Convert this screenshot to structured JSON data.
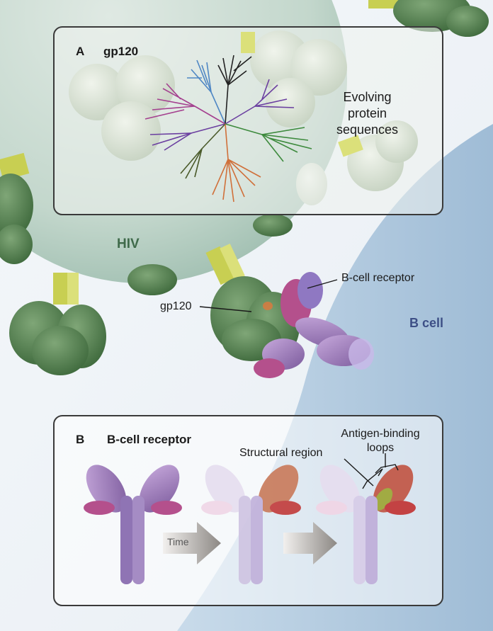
{
  "panel_a": {
    "letter": "A",
    "title": "gp120",
    "evolving_lines": [
      "Evolving",
      "protein",
      "sequences"
    ]
  },
  "labels": {
    "hiv": "HIV",
    "b_cell": "B cell",
    "gp120_callout": "gp120",
    "b_cell_receptor_callout": "B-cell receptor"
  },
  "panel_b": {
    "letter": "B",
    "title": "B-cell receptor",
    "structural_region": "Structural region",
    "antigen_binding_lines": [
      "Antigen-binding",
      "loops"
    ],
    "time_label": "Time"
  },
  "colors": {
    "virus": "#c9dcd2",
    "gp120": "#4f7d4c",
    "stalk": "#c8cf52",
    "bcell": "#b9cfe2",
    "receptor_purple": "#9a78b8",
    "receptor_magenta": "#b4508c",
    "tree_blue": "#4f87c4",
    "tree_black": "#222222",
    "tree_purple": "#6b3fa0",
    "tree_magenta": "#a4408f",
    "tree_green": "#3d8a3d",
    "tree_olive": "#4a5a2a",
    "tree_orange": "#d0703a"
  }
}
